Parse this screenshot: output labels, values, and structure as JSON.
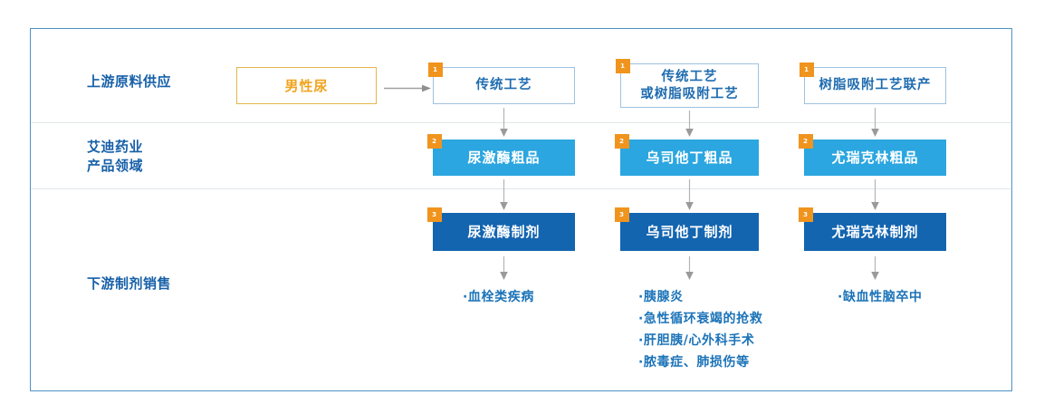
{
  "diagram": {
    "title_visible": false,
    "colors": {
      "frame_border": "#4e93c4",
      "separator": "#e2e6e9",
      "source_border": "#e8b44b",
      "source_text": "#f0a41e",
      "process_border": "#9ec2e0",
      "process_text": "#1f6cb0",
      "crude_fill": "#2ba6e0",
      "formulation_fill": "#1365b0",
      "badge_fill": "#f0941e",
      "band_label_text": "#1760a8",
      "indication_text": "#1b73b8",
      "arrow": "#9a9a9a"
    },
    "bands": [
      {
        "label": "上游原料供应"
      },
      {
        "label": "艾迪药业\n产品领域"
      },
      {
        "label": "下游制剂销售"
      }
    ],
    "source": {
      "label": "男性尿",
      "arrow_icon": "arrow-right-icon"
    },
    "columns": [
      {
        "process": {
          "label": "传统工艺",
          "badge": "1"
        },
        "crude": {
          "label": "尿激酶粗品",
          "badge": "2"
        },
        "formulation": {
          "label": "尿激酶制剂",
          "badge": "3"
        },
        "indications": [
          "·血栓类疾病"
        ]
      },
      {
        "process": {
          "label": "传统工艺\n或树脂吸附工艺",
          "badge": "1"
        },
        "crude": {
          "label": "乌司他丁粗品",
          "badge": "2"
        },
        "formulation": {
          "label": "乌司他丁制剂",
          "badge": "3"
        },
        "indications": [
          "·胰腺炎",
          "·急性循环衰竭的抢救",
          "·肝胆胰/心外科手术",
          "·脓毒症、肺损伤等"
        ]
      },
      {
        "process": {
          "label": "树脂吸附工艺联产",
          "badge": "1"
        },
        "crude": {
          "label": "尤瑞克林粗品",
          "badge": "2"
        },
        "formulation": {
          "label": "尤瑞克林制剂",
          "badge": "3"
        },
        "indications": [
          "·缺血性脑卒中"
        ]
      }
    ]
  }
}
